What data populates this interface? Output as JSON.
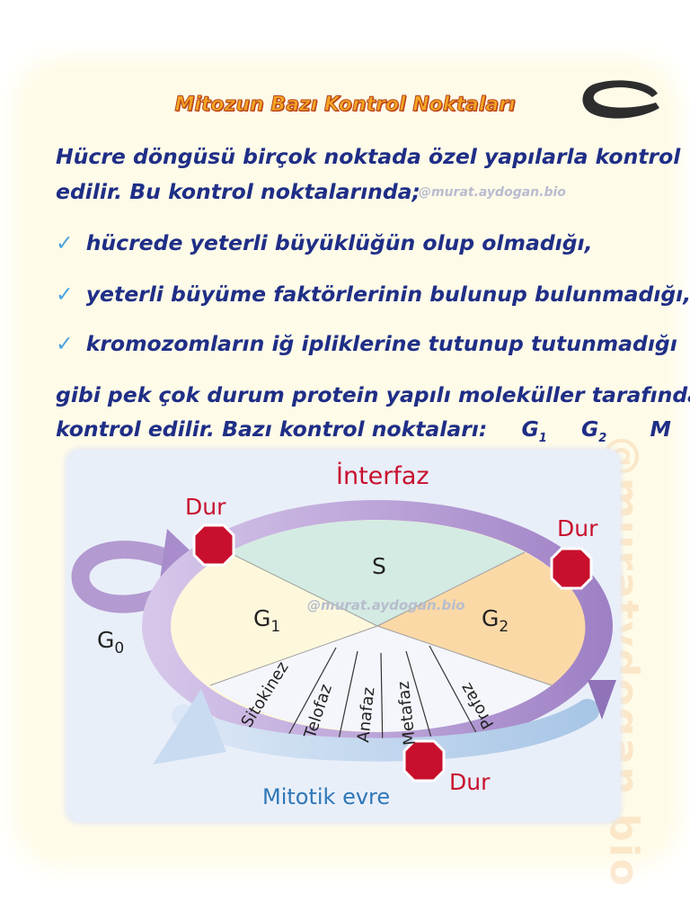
{
  "header": {
    "title": "Mitozun Bazı Kontrol Noktaları",
    "watermark": "@murat.aydogan.bio",
    "side_watermark": "@muratydogan.bio"
  },
  "body": {
    "intro_line1": "Hücre döngüsü birçok noktada özel yapılarla kontrol",
    "intro_line2": "edilir. Bu kontrol noktalarında;",
    "handle": "@murat.aydogan.bio",
    "checks": [
      "hücrede yeterli büyüklüğün olup olmadığı,",
      "yeterli büyüme faktörlerinin bulunup bulunmadığı,",
      "kromozomların iğ ipliklerine tutunup tutunmadığı"
    ],
    "outro_line1": "gibi pek çok durum protein yapılı moleküller tarafından",
    "outro_line2": "kontrol edilir. Bazı kontrol noktaları:",
    "checkpoint_g1_main": "G",
    "checkpoint_g1_sub": "1",
    "checkpoint_g2_main": "G",
    "checkpoint_g2_sub": "2",
    "checkpoint_m": "M"
  },
  "diagram": {
    "interfaz": "İnterfaz",
    "mitotik_evre": "Mitotik evre",
    "s": "S",
    "g1_main": "G",
    "g1_sub": "1",
    "g2_main": "G",
    "g2_sub": "2",
    "g0_main": "G",
    "g0_sub": "0",
    "watermark": "@murat.aydogan.bio",
    "dur_left": "Dur",
    "dur_right": "Dur",
    "dur_bottom": "Dur",
    "phases": [
      "Sitokinez",
      "Telofaz",
      "Anafaz",
      "Metafaz",
      "Profaz"
    ],
    "colors": {
      "s_sector": "#d4ebe3",
      "g1_sector": "#fdf8dc",
      "g2_sector": "#fbd9a7",
      "ring": "#b39ad0",
      "mitotic_arrow": "#bcd3ec",
      "stop_sign": "#c8102e",
      "label_red": "#c8102e",
      "label_blue": "#2f77b8"
    }
  }
}
